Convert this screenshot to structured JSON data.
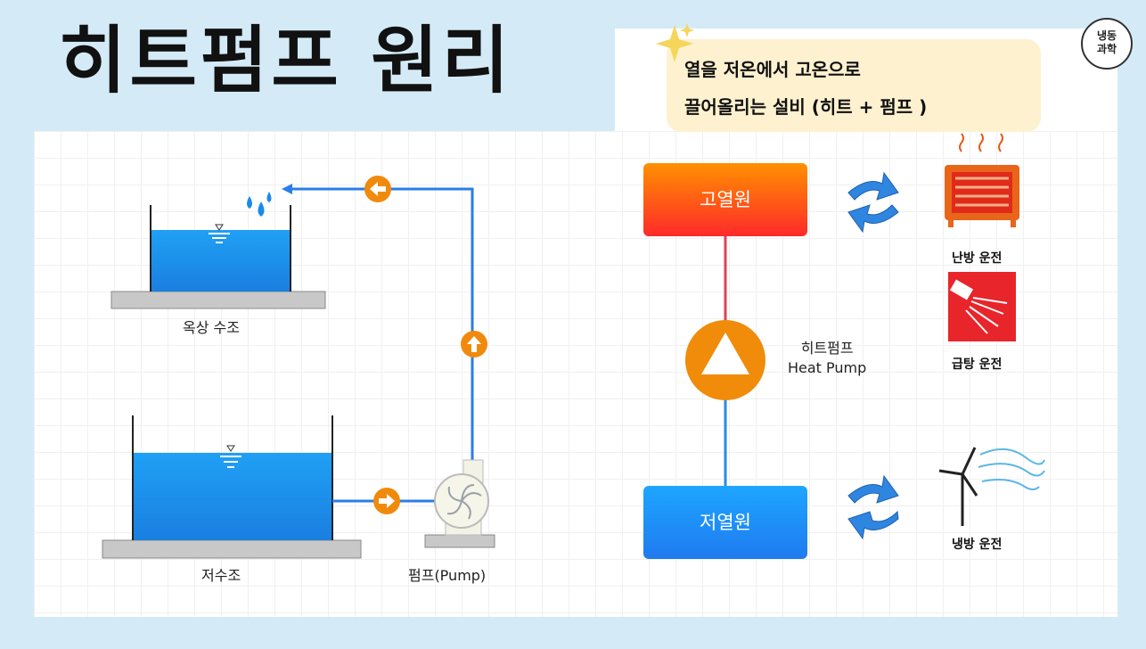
{
  "title": "히트펌프 원리",
  "badge": {
    "line1": "냉동",
    "line2": "과학"
  },
  "callout": {
    "line1": "열을 저온에서 고온으로",
    "line2": "끌어올리는 설비 (히트 + 펌프 )"
  },
  "water_system": {
    "roof_tank": "옥상 수조",
    "lower_tank": "저수조",
    "pump": "펌프(Pump)"
  },
  "heat_pump": {
    "high_source": "고열원",
    "low_source": "저열원",
    "name_ko": "히트펌프",
    "name_en": "Heat Pump"
  },
  "modes": {
    "heating": "난방 운전",
    "hot_water": "급탕 운전",
    "cooling": "냉방 운전"
  },
  "colors": {
    "hot_top": "#ff9000",
    "hot_bottom": "#ff2a2a",
    "cold": "#1e8cf5",
    "pipe": "#2b7ee6",
    "arrow_circle": "#f18a0c",
    "water": "#1a8bea"
  }
}
